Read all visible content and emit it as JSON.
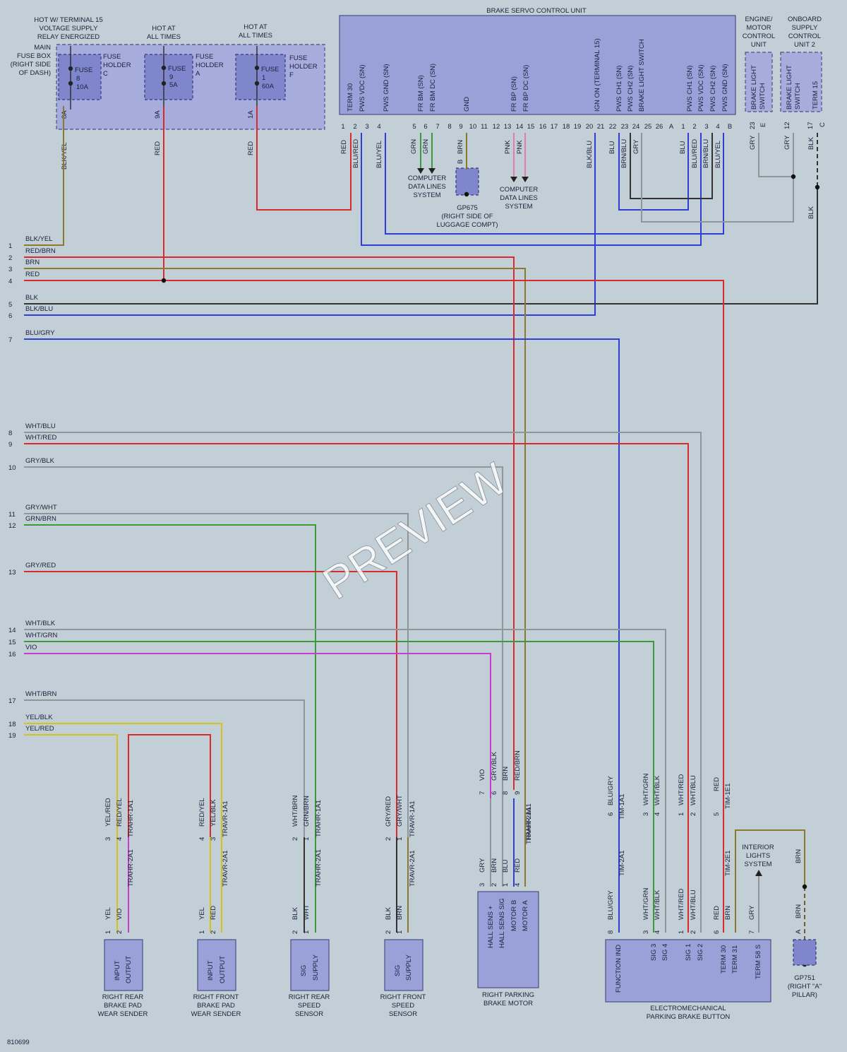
{
  "image_id": "810699",
  "watermark": "PREVIEW",
  "colors": {
    "RED": "#d92b2b",
    "BLK": "#333333",
    "BRN": "#7a5a2a",
    "GRY": "#8f959a",
    "GRN": "#3c9a3c",
    "BLU": "#2f3fd6",
    "VIO": "#c83cd0",
    "PNK": "#e37ab0",
    "WHT": "#f2f2f2",
    "YEL": "#d6c21d",
    "OLIVE": "#8b7a2c"
  },
  "fuse_box": {
    "title": [
      "MAIN",
      "FUSE BOX",
      "(RIGHT SIDE",
      "OF DASH)"
    ],
    "supplies": [
      {
        "title": [
          "HOT W/ TERMINAL 15",
          "VOLTAGE SUPPLY",
          "RELAY ENERGIZED"
        ],
        "fuse": [
          "FUSE",
          "8",
          "10A"
        ],
        "holder": [
          "FUSE",
          "HOLDER",
          "C"
        ],
        "pin": "8A",
        "wire": "BLK/YEL"
      },
      {
        "title": [
          "HOT AT",
          "ALL TIMES"
        ],
        "fuse": [
          "FUSE",
          "9",
          "5A"
        ],
        "holder": [
          "FUSE",
          "HOLDER",
          "A"
        ],
        "pin": "9A",
        "wire": "RED"
      },
      {
        "title": [
          "HOT AT",
          "ALL TIMES"
        ],
        "fuse": [
          "FUSE",
          "1",
          "60A"
        ],
        "holder": [
          "FUSE",
          "HOLDER",
          "F"
        ],
        "pin": "1A",
        "wire": "RED"
      }
    ]
  },
  "ecu": {
    "title": "BRAKE SERVO CONTROL UNIT",
    "pin_labels": [
      "TERM 30",
      "PWS VDC (SN)",
      "PWS GND (SN)",
      "FR BM (SN)",
      "FR BM DC (SN)",
      "GND",
      "FR BP (SN)",
      "FR BP DC (SN)",
      "IGN ON (TERMINAL 15)",
      "PWS CH1 (SN)",
      "PWS CH2 (SN)",
      "BRAKE LIGHT SWITCH",
      "PWS CH1 (SN)",
      "PWS VDC (SN)",
      "PWS CH2 (SN)",
      "PWS GND (SN)"
    ],
    "pins": [
      "1",
      "2",
      "3",
      "4",
      "5",
      "6",
      "7",
      "8",
      "9",
      "10",
      "11",
      "12",
      "13",
      "14",
      "15",
      "16",
      "17",
      "18",
      "19",
      "20",
      "21",
      "22",
      "23",
      "24",
      "25",
      "26",
      "A",
      "1",
      "2",
      "3",
      "4",
      "B"
    ],
    "wires": [
      "RED",
      "BLU/RED",
      "BLU/YEL",
      "GRN",
      "GRN",
      "B",
      "BRN",
      "PNK",
      "PNK",
      "BLK/BLU",
      "BLU",
      "BRN/BLU",
      "GRY",
      "BLU",
      "BLU/RED",
      "BRN/BLU",
      "BLU/YEL"
    ]
  },
  "engine_unit": {
    "title": [
      "ENGINE/",
      "MOTOR",
      "CONTROL",
      "UNIT"
    ],
    "pin_label": [
      "BRAKE LIGHT",
      "SWITCH"
    ],
    "pin": "23",
    "pin_letter": "E",
    "wire": "GRY"
  },
  "onboard_unit": {
    "title": [
      "ONBOARD",
      "SUPPLY",
      "CONTROL",
      "UNIT 2"
    ],
    "pin_labels": [
      [
        "BRAKE LIGHT",
        "SWITCH"
      ],
      [
        "TERM 15"
      ]
    ],
    "pins": [
      "12",
      "17"
    ],
    "pin_letters": [
      "C"
    ],
    "wires": [
      "GRY",
      "BLK",
      "BLK"
    ]
  },
  "refs": {
    "cdl1": [
      "COMPUTER",
      "DATA LINES",
      "SYSTEM"
    ],
    "cdl2": [
      "COMPUTER",
      "DATA LINES",
      "SYSTEM"
    ],
    "gp675": [
      "GP675",
      "(RIGHT SIDE OF",
      "LUGGAGE COMPT)"
    ],
    "gp751": [
      "GP751",
      "(RIGHT \"A\"",
      "PILLAR)"
    ],
    "interior": [
      "INTERIOR",
      "LIGHTS",
      "SYSTEM"
    ]
  },
  "bus": [
    {
      "n": "1",
      "label": "BLK/YEL"
    },
    {
      "n": "2",
      "label": "RED/BRN"
    },
    {
      "n": "3",
      "label": "BRN"
    },
    {
      "n": "4",
      "label": "RED"
    },
    {
      "n": "5",
      "label": "BLK"
    },
    {
      "n": "6",
      "label": "BLK/BLU"
    },
    {
      "n": "7",
      "label": "BLU/GRY"
    },
    {
      "n": "8",
      "label": "WHT/BLU"
    },
    {
      "n": "9",
      "label": "WHT/RED"
    },
    {
      "n": "10",
      "label": "GRY/BLK"
    },
    {
      "n": "11",
      "label": "GRY/WHT"
    },
    {
      "n": "12",
      "label": "GRN/BRN"
    },
    {
      "n": "13",
      "label": "GRY/RED"
    },
    {
      "n": "14",
      "label": "WHT/BLK"
    },
    {
      "n": "15",
      "label": "WHT/GRN"
    },
    {
      "n": "16",
      "label": "VIO"
    },
    {
      "n": "17",
      "label": "WHT/BRN"
    },
    {
      "n": "18",
      "label": "YEL/BLK"
    },
    {
      "n": "19",
      "label": "YEL/RED"
    }
  ],
  "components": [
    {
      "title": [
        "RIGHT REAR",
        "BRAKE PAD",
        "WEAR SENDER"
      ],
      "pins": [
        "INPUT",
        "OUTPUT"
      ],
      "upper": [
        "3",
        "YEL/RED",
        "4",
        "RED/YEL",
        "TRAHR-1A1"
      ],
      "lower": [
        "1",
        "YEL",
        "2",
        "VIO",
        "TRAHR-2A1"
      ]
    },
    {
      "title": [
        "RIGHT FRONT",
        "BRAKE PAD",
        "WEAR SENDER"
      ],
      "pins": [
        "INPUT",
        "OUTPUT"
      ],
      "upper": [
        "4",
        "RED/YEL",
        "3",
        "YEL/BLK",
        "TRAVR-1A1"
      ],
      "lower": [
        "1",
        "YEL",
        "2",
        "RED",
        "TRAVR-2A1"
      ]
    },
    {
      "title": [
        "RIGHT REAR",
        "SPEED",
        "SENSOR"
      ],
      "pins": [
        "SIG",
        "SUPPLY"
      ],
      "upper": [
        "2",
        "WHT/BRN",
        "1",
        "GRN/BRN",
        "TRAHR-1A1"
      ],
      "lower": [
        "2",
        "BLK",
        "1",
        "WHT",
        "TRAHR-2A1"
      ]
    },
    {
      "title": [
        "RIGHT FRONT",
        "SPEED",
        "SENSOR"
      ],
      "pins": [
        "SIG",
        "SUPPLY"
      ],
      "upper": [
        "2",
        "GRY/RED",
        "1",
        "GRY/WHT",
        "TRAVR-1A1"
      ],
      "lower": [
        "2",
        "BLK",
        "1",
        "BRN",
        "TRAVR-2A1"
      ]
    },
    {
      "title": [
        "RIGHT PARKING",
        "BRAKE MOTOR"
      ],
      "pins": [
        "HALL SENS +",
        "HALL SENS SIG",
        "MOTOR B",
        "MOTOR A"
      ],
      "upper": [
        "7",
        "VIO",
        "6",
        "GRY/BLK",
        "8",
        "BRN",
        "9",
        "RED/BRN",
        "TRAHR-1A1"
      ],
      "lower": [
        "3",
        "GRY",
        "2",
        "BRN",
        "1",
        "BLU",
        "4",
        "RED",
        "TRAHR-2A1"
      ]
    },
    {
      "title": [
        "ELECTROMECHANICAL",
        "PARKING BRAKE BUTTON"
      ],
      "pins": [
        "FUNCTION IND",
        "SIG 3",
        "SIG 4",
        "SIG 1",
        "SIG 2",
        "TERM 30",
        "TERM 31",
        "TERM 58 S"
      ],
      "upper": [
        "6",
        "BLU/GRY",
        "TIM-1A1",
        "3",
        "WHT/GRN",
        "4",
        "WHT/BLK",
        "1",
        "WHT/RED",
        "2",
        "WHT/BLU",
        "5",
        "RED",
        "TIM-1E1"
      ],
      "lower": [
        "TIM-2A1",
        "8",
        "BLU/GRY",
        "3",
        "WHT/GRN",
        "4",
        "WHT/BLK",
        "1",
        "WHT/RED",
        "2",
        "WHT/BLU",
        "6",
        "RED",
        "BRN",
        "7",
        "GRY",
        "TIM-2E1"
      ]
    }
  ],
  "gp751_wires": [
    "BRN",
    "BRN",
    "A"
  ]
}
